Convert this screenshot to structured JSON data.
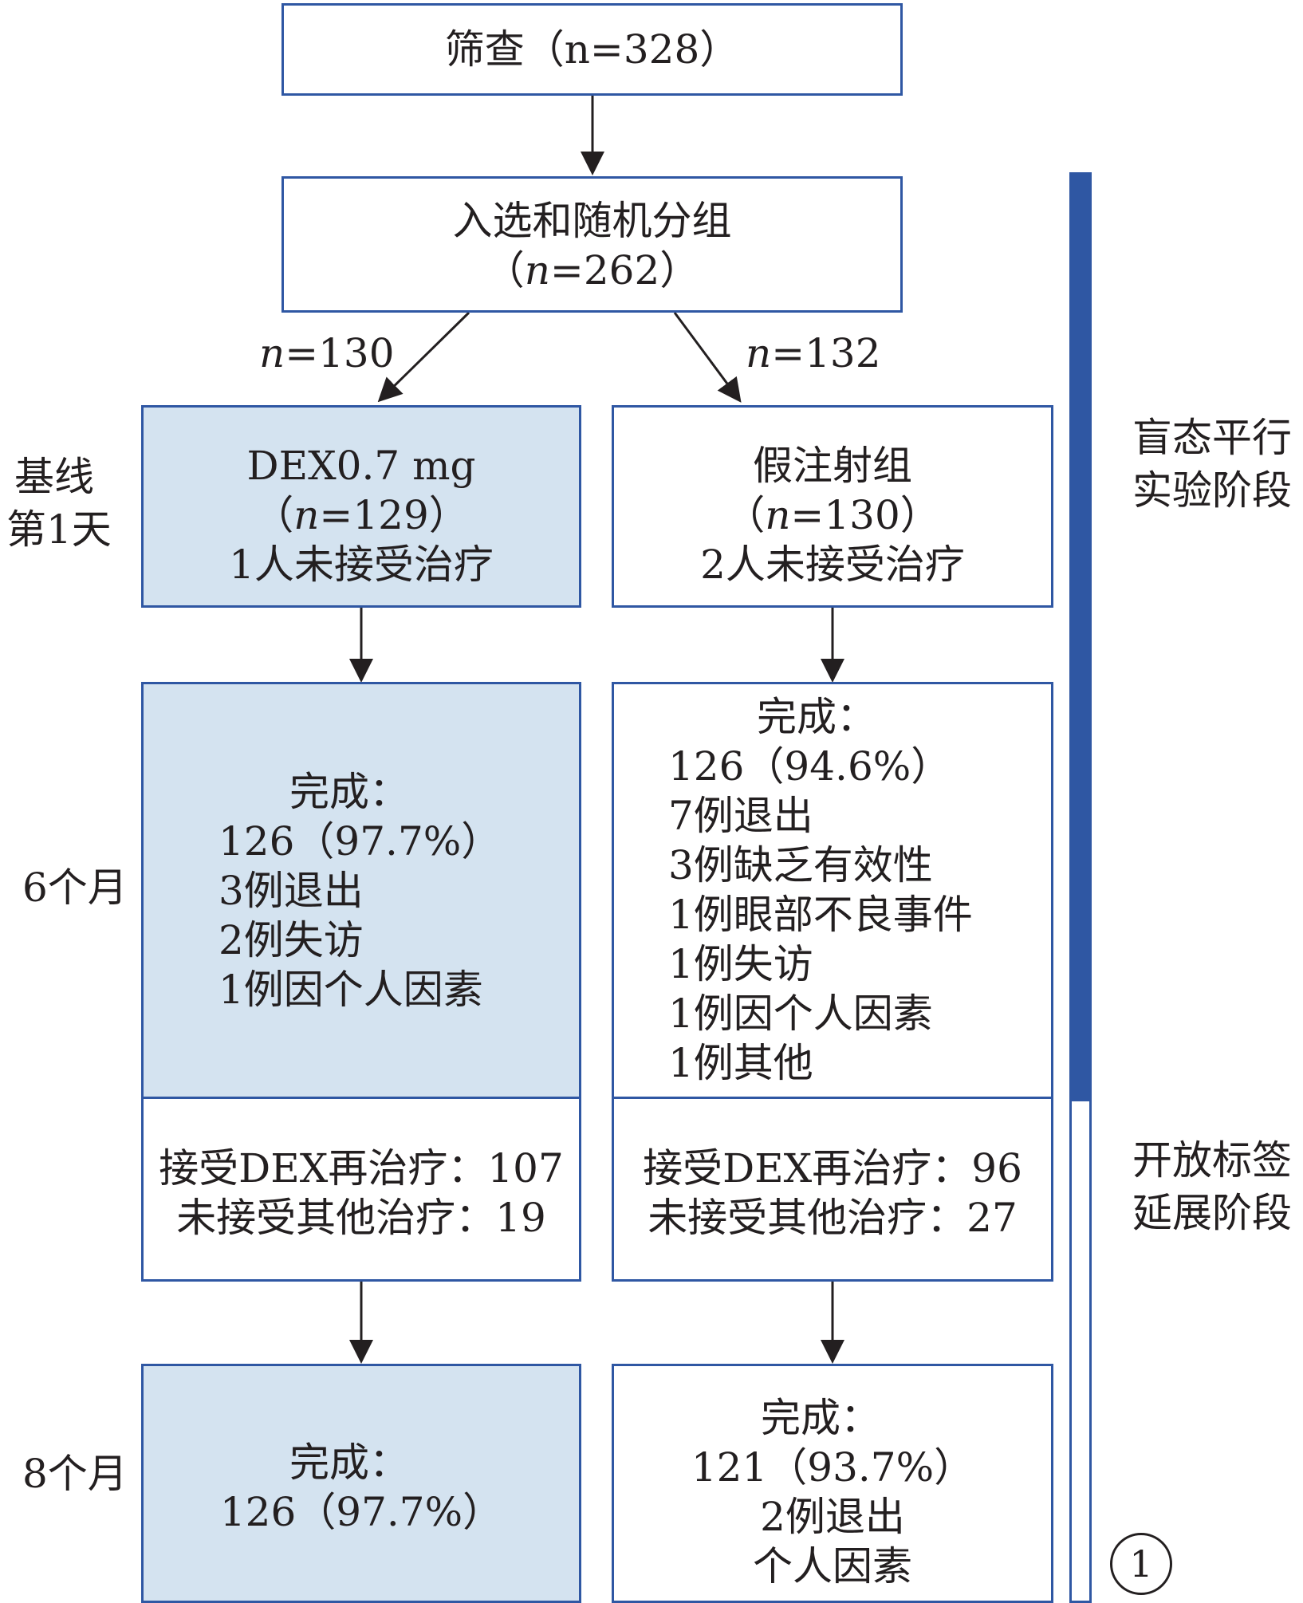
{
  "screening": {
    "label": "筛查（",
    "n": "n=328",
    "close": "）"
  },
  "enroll": {
    "title": "入选和随机分组",
    "open": "（",
    "n_italic": "n",
    "n_rest": "=262",
    "close": "）"
  },
  "branch_left": {
    "n_italic": "n",
    "n_rest": "=130"
  },
  "branch_right": {
    "n_italic": "n",
    "n_rest": "=132"
  },
  "time_labels": {
    "baseline_1": "基线",
    "baseline_2": "第1天",
    "month6": "6个月",
    "month8": "8个月"
  },
  "phase_labels": {
    "blind_1": "盲态平行",
    "blind_2": "实验阶段",
    "open_1": "开放标签",
    "open_2": "延展阶段"
  },
  "dex_group": {
    "title": "DEX0.7 mg",
    "open": "（",
    "n_italic": "n",
    "n_rest": "=129",
    "close": "）",
    "note": "1人未接受治疗"
  },
  "sham_group": {
    "title": "假注射组",
    "open": "（",
    "n_italic": "n",
    "n_rest": "=130",
    "close": "）",
    "note": "2人未接受治疗"
  },
  "dex_6m": {
    "heading": "完成：",
    "lines": [
      "126（97.7%）",
      "3例退出",
      "2例失访",
      "1例因个人因素"
    ]
  },
  "sham_6m": {
    "heading": "完成：",
    "lines": [
      "126（94.6%）",
      "7例退出",
      "3例缺乏有效性",
      "1例眼部不良事件",
      "1例失访",
      "1例因个人因素",
      "1例其他"
    ]
  },
  "dex_retreat": {
    "line1": "接受DEX再治疗：107",
    "line2": "未接受其他治疗：19"
  },
  "sham_retreat": {
    "line1": "接受DEX再治疗：96",
    "line2": "未接受其他治疗：27"
  },
  "dex_8m": {
    "heading": "完成：",
    "line1": "126（97.7%）"
  },
  "sham_8m": {
    "heading": "完成：",
    "lines": [
      "121（93.7%）",
      "2例退出",
      "个人因素"
    ]
  },
  "figure_number": "1",
  "colors": {
    "border": "#2f57a3",
    "fill": "#d4e3f0",
    "bar": "#2f57a3",
    "arrow": "#231f20"
  }
}
